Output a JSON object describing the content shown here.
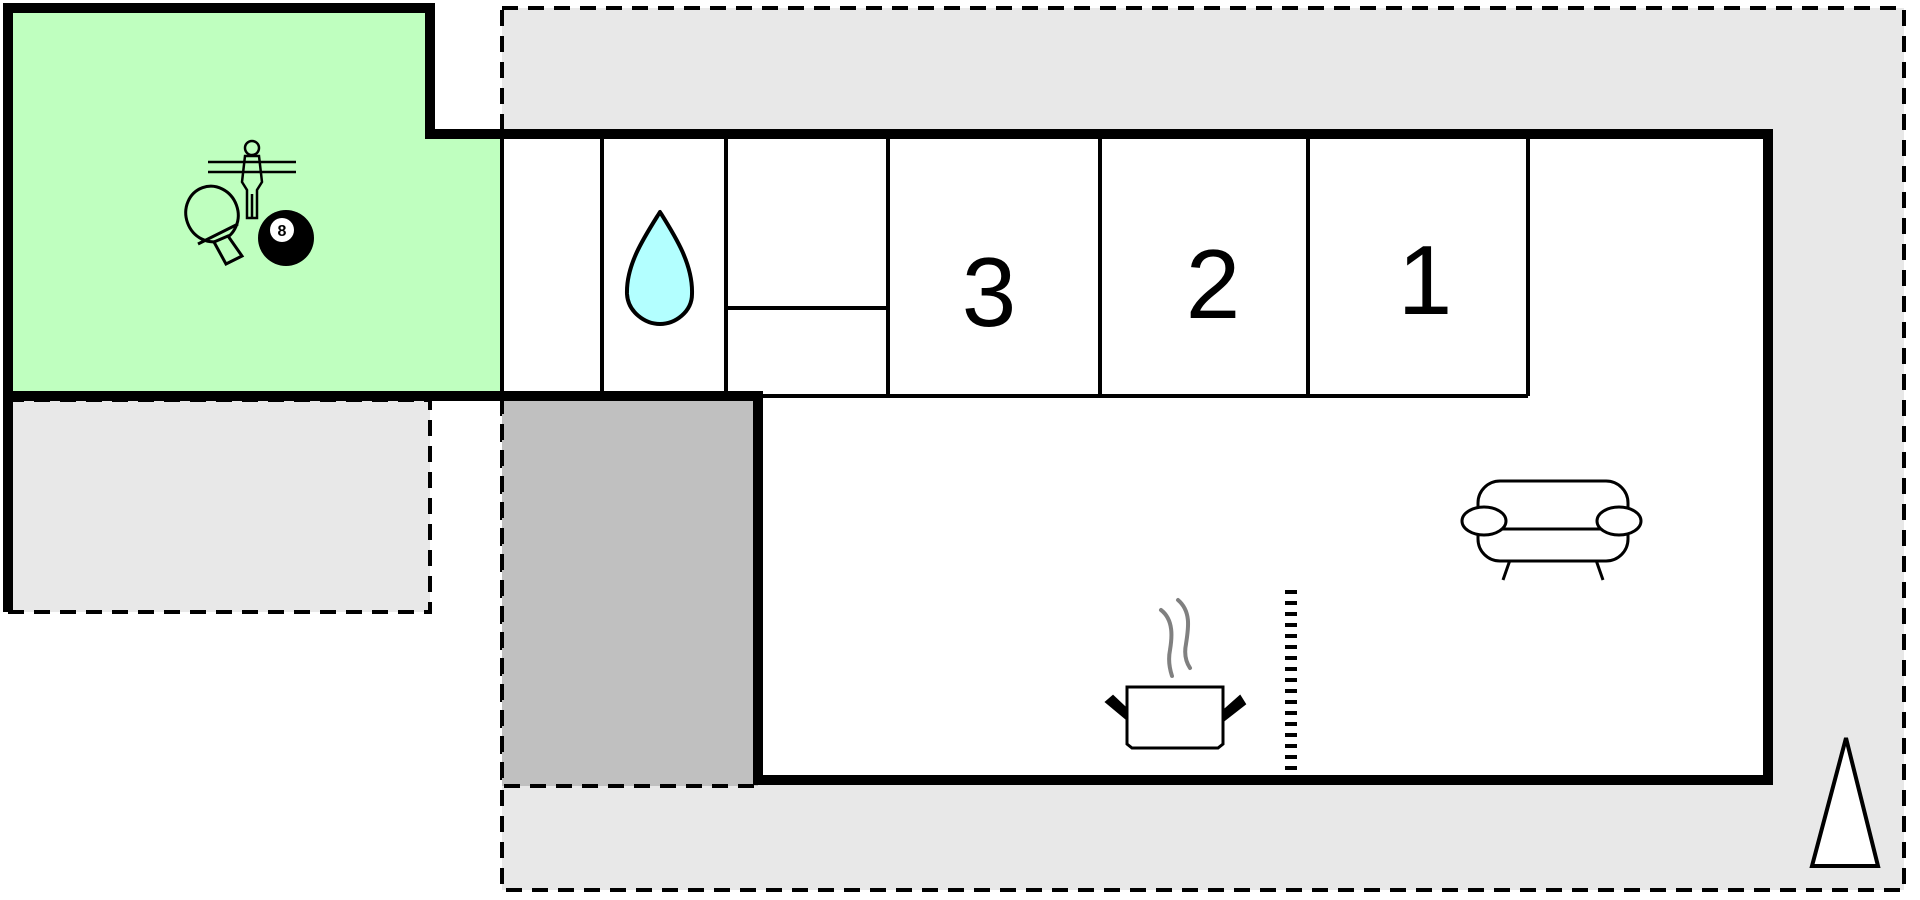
{
  "rooms": {
    "bedroom_1": "1",
    "bedroom_2": "2",
    "bedroom_3": "3"
  },
  "icons": {
    "games_room": [
      "table-tennis-icon",
      "table-football-icon",
      "billiard-ball-icon"
    ],
    "billiard_ball_number": "8",
    "bathroom": "water-drop-icon",
    "living_room": "sofa-icon",
    "kitchen": "cooking-pot-icon",
    "outside": "north-arrow-icon"
  },
  "colors": {
    "games_room": "#bfffbf",
    "outdoor_area": "#e8e8e8",
    "covered_area": "#c0c0c0",
    "water": "#b3ffff",
    "walls": "#000000"
  }
}
